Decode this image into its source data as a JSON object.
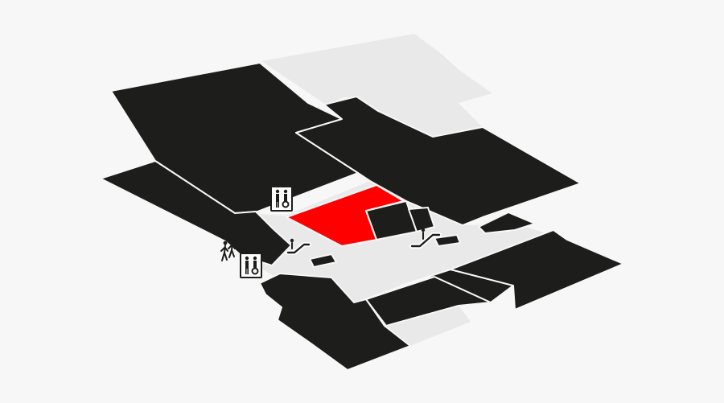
{
  "colors": {
    "background": "#f7f7f7",
    "shop_fill": "#1d1d1b",
    "corridor_fill": "#e9e9e9",
    "highlight_fill": "#ff0000",
    "outline": "#f7f7f7"
  },
  "map": {
    "highlighted_unit": "highlighted-shop",
    "icons": [
      {
        "name": "elevator-icon",
        "symbol": "elevator"
      },
      {
        "name": "elevator-icon-lower",
        "symbol": "elevator"
      },
      {
        "name": "escalator-icon",
        "symbol": "escalator"
      },
      {
        "name": "escalator-icon-right",
        "symbol": "escalator"
      },
      {
        "name": "walking-people-icon",
        "symbol": "pedestrians"
      }
    ]
  }
}
